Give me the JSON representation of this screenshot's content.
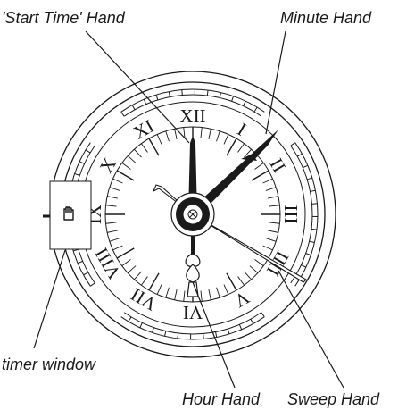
{
  "labels": {
    "start_time_hand": "'Start Time' Hand",
    "minute_hand": "Minute Hand",
    "timer_window": "timer window",
    "hour_hand": "Hour Hand",
    "sweep_hand": "Sweep Hand"
  },
  "dial": {
    "numerals": [
      "XII",
      "I",
      "II",
      "III",
      "IIII",
      "V",
      "VI",
      "VII",
      "VIII",
      "IX",
      "X",
      "XI"
    ],
    "timer_window_icon": "hand-icon"
  },
  "colors": {
    "ink": "#1a1a1a",
    "paper": "#ffffff"
  }
}
